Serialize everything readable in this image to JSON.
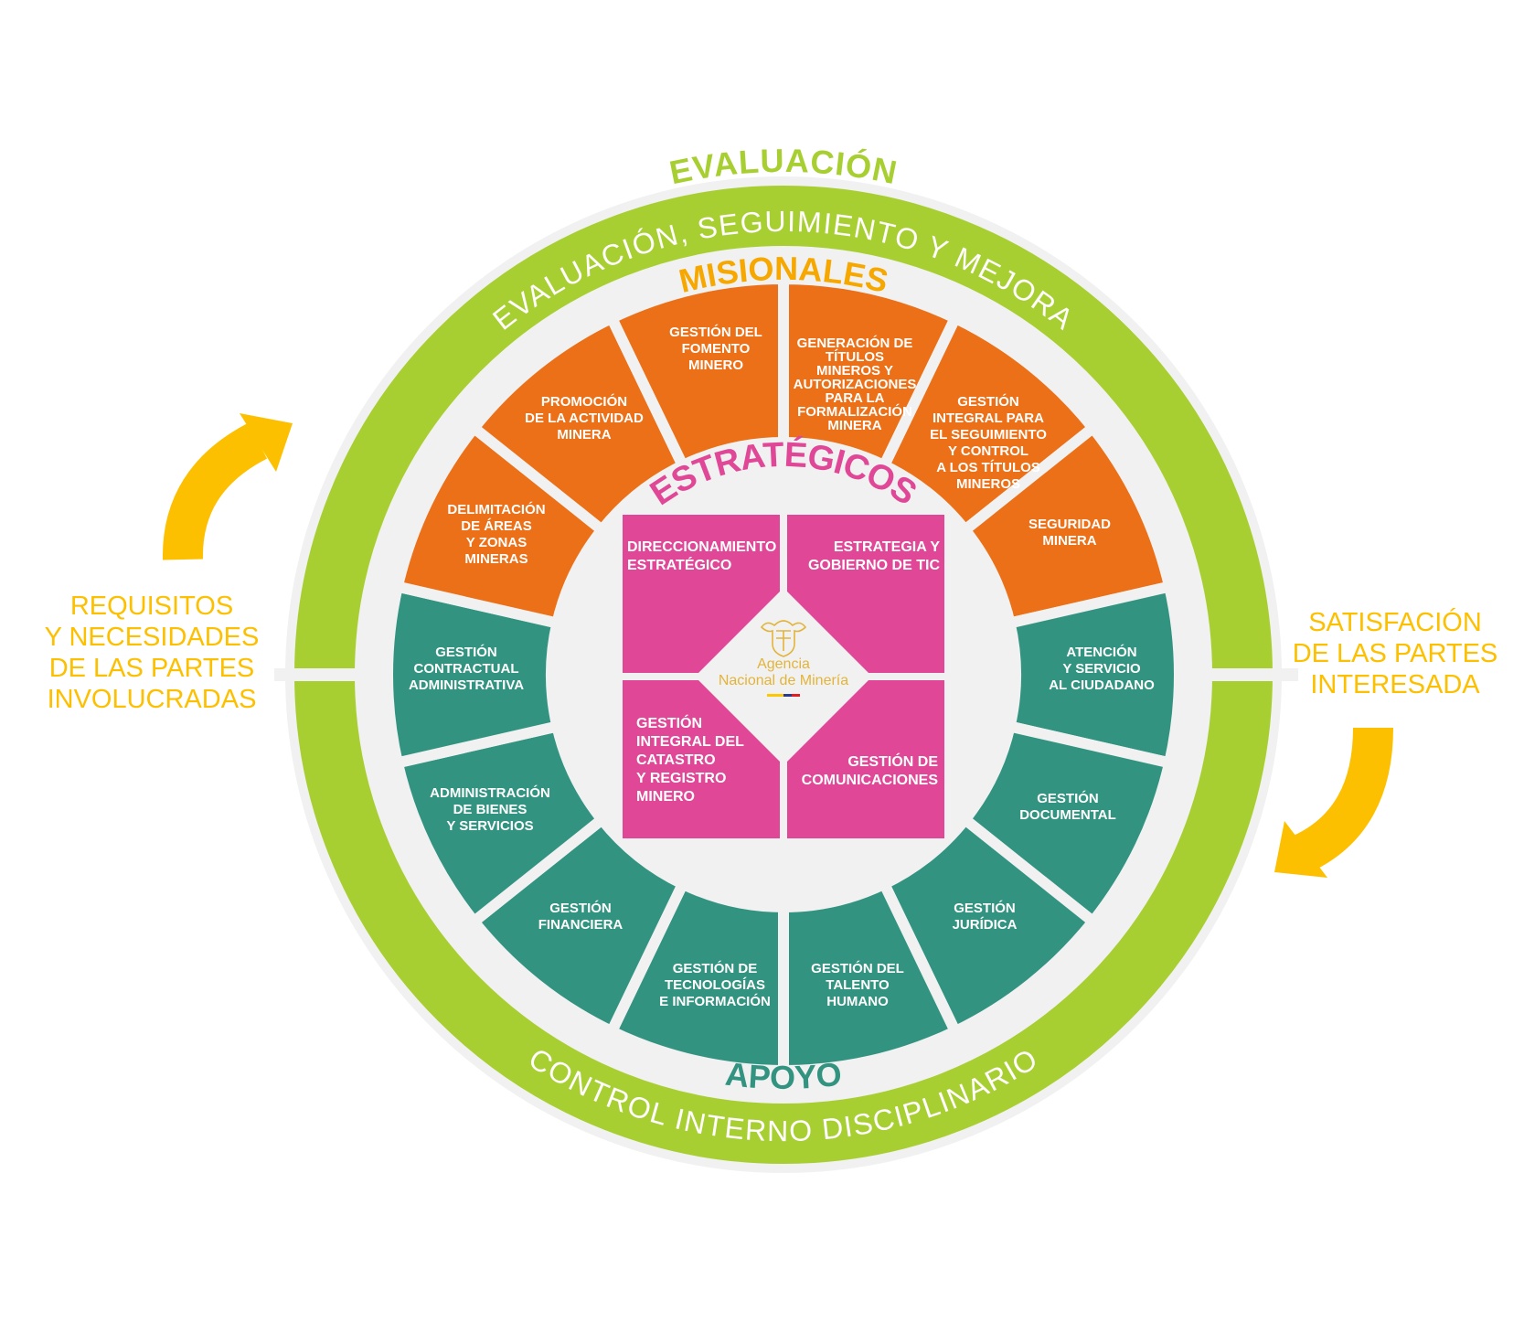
{
  "colors": {
    "misionales": "#ec7017",
    "apoyo": "#329480",
    "estrategicos": "#e04796",
    "ring": "#a8cf32",
    "background": "#f1f1f1",
    "arrows": "#fdc000",
    "misionales_title": "#f6a800",
    "logo": "#e3b43a"
  },
  "outer": {
    "top_title": "EVALUACIÓN",
    "ring_top": "EVALUACIÓN, SEGUIMIENTO Y MEJORA",
    "ring_bottom": "CONTROL INTERNO DISCIPLINARIO"
  },
  "groups": {
    "misionales": "MISIONALES",
    "estrategicos": "ESTRATÉGICOS",
    "apoyo": "APOYO"
  },
  "left_note": [
    "REQUISITOS",
    "Y NECESIDADES",
    "DE LAS PARTES",
    "INVOLUCRADAS"
  ],
  "right_note": [
    "SATISFACIÓN",
    "DE LAS PARTES",
    "INTERESADA"
  ],
  "processes": [
    {
      "group": "misionales",
      "lines": [
        "GENERACIÓN DE",
        "TÍTULOS",
        "MINEROS Y",
        "AUTORIZACIONES",
        "PARA LA",
        "FORMALIZACIÓN",
        "MINERA"
      ]
    },
    {
      "group": "misionales",
      "lines": [
        "GESTIÓN",
        "INTEGRAL PARA",
        "EL SEGUIMIENTO",
        "Y CONTROL",
        "A LOS TÍTULOS",
        "MINEROS"
      ]
    },
    {
      "group": "misionales",
      "lines": [
        "SEGURIDAD",
        "MINERA"
      ]
    },
    {
      "group": "apoyo",
      "lines": [
        "ATENCIÓN",
        "Y SERVICIO",
        "AL CIUDADANO"
      ]
    },
    {
      "group": "apoyo",
      "lines": [
        "GESTIÓN",
        "DOCUMENTAL"
      ]
    },
    {
      "group": "apoyo",
      "lines": [
        "GESTIÓN",
        "JURÍDICA"
      ]
    },
    {
      "group": "apoyo",
      "lines": [
        "GESTIÓN DEL",
        "TALENTO",
        "HUMANO"
      ]
    },
    {
      "group": "apoyo",
      "lines": [
        "GESTIÓN DE",
        "TECNOLOGÍAS",
        "E INFORMACIÓN"
      ]
    },
    {
      "group": "apoyo",
      "lines": [
        "GESTIÓN",
        "FINANCIERA"
      ]
    },
    {
      "group": "apoyo",
      "lines": [
        "ADMINISTRACIÓN",
        "DE BIENES",
        "Y SERVICIOS"
      ]
    },
    {
      "group": "apoyo",
      "lines": [
        "GESTIÓN",
        "CONTRACTUAL",
        "ADMINISTRATIVA"
      ]
    },
    {
      "group": "misionales",
      "lines": [
        "DELIMITACIÓN",
        "DE ÁREAS",
        "Y ZONAS",
        "MINERAS"
      ]
    },
    {
      "group": "misionales",
      "lines": [
        "PROMOCIÓN",
        "DE LA ACTIVIDAD",
        "MINERA"
      ]
    },
    {
      "group": "misionales",
      "lines": [
        "GESTIÓN DEL",
        "FOMENTO",
        "MINERO"
      ]
    }
  ],
  "strategic": [
    {
      "lines": [
        "DIRECCIONAMIENTO",
        "ESTRATÉGICO"
      ]
    },
    {
      "lines": [
        "ESTRATEGIA Y",
        "GOBIERNO DE TIC"
      ]
    },
    {
      "lines": [
        "GESTIÓN",
        "INTEGRAL DEL",
        "CATASTRO",
        "Y REGISTRO",
        "MINERO"
      ]
    },
    {
      "lines": [
        "GESTIÓN DE",
        "COMUNICACIONES"
      ]
    }
  ],
  "logo": {
    "line1": "Agencia",
    "line2": "Nacional de Minería"
  }
}
